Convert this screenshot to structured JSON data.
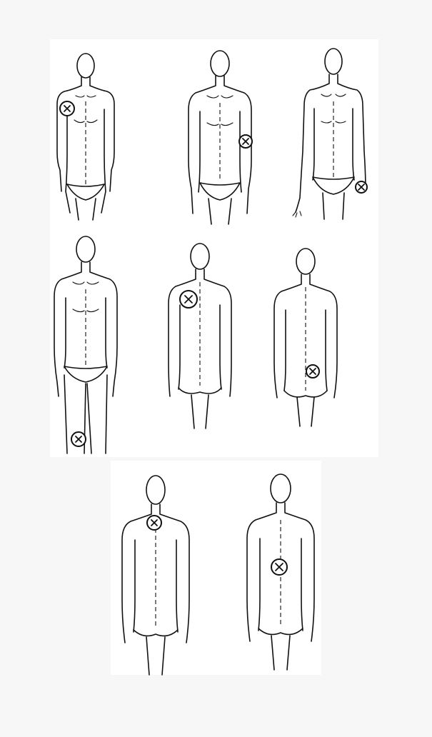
{
  "figure": {
    "rows": [
      {
        "figures": [
          {
            "view": "front",
            "marker_site": "right-shoulder",
            "marker_symbol": "x"
          },
          {
            "view": "front",
            "marker_site": "left-upper-arm",
            "marker_symbol": "x"
          },
          {
            "view": "front",
            "marker_site": "left-hand",
            "marker_symbol": "x"
          }
        ]
      },
      {
        "figures": [
          {
            "view": "front",
            "marker_site": "right-knee",
            "marker_symbol": "x"
          },
          {
            "view": "back",
            "marker_site": "upper-left-back-shoulder-blade",
            "marker_symbol": "x"
          },
          {
            "view": "back",
            "marker_site": "lower-right-back-flank",
            "marker_symbol": "x"
          }
        ]
      },
      {
        "figures": [
          {
            "view": "back",
            "marker_site": "nape-of-neck",
            "marker_symbol": "x"
          },
          {
            "view": "back",
            "marker_site": "mid-back-spine",
            "marker_symbol": "x"
          }
        ]
      }
    ],
    "colors": {
      "line": "#111111",
      "panel": "#ffffff",
      "background": "#f7f7f7"
    }
  }
}
